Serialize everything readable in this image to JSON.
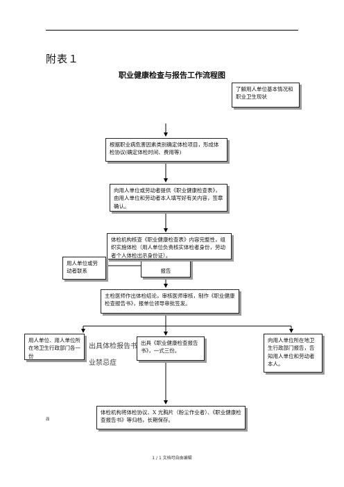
{
  "header": {
    "appendix": "附表１",
    "title": "职业健康检查与报告工作流程图"
  },
  "nodes": {
    "top_right": "了解用人单位基本情况和职业卫生现状",
    "step1": "根据职业病危害因素类别确定体检项目，形成体检协议(确定体检时间、费用等)",
    "step2": "向用人单位或劳动者提供《职业健康检查表》，由用人单位和劳动者本人填写好有关内容，签章确认。",
    "step3": "体检机构核查《职业健康检查表》内容完整性，组织实施体检（用人单位负责核实体检者身份，劳动者个人体检出示身份证）。",
    "behind_label": "报告",
    "left_contact": "用人单位或劳动者联系",
    "step4": "主检医师作出体检结论，审核医师审核，制作《职业健康检查报告书》，报单位领导审批签发。",
    "left_report": "用人单位、用人单位所在地卫生行政部门各一份",
    "mid_report": "出具《职业健康检查报告书》，一式三份。",
    "right_report": "向用人单位所在地卫生行政部门报告，告知用人单位和劳动者本人。",
    "step5": "体检机构将体检协议、X 光胸片（粉尘作业者）、《职业健康检查报告书》等归档，长期保存。"
  },
  "background_text": {
    "ghost1": "出具体检报告书",
    "ghost2": "业禁忌症",
    "letter_a": "a"
  },
  "footer": {
    "text": "1 / 1 文档可自由编辑"
  }
}
